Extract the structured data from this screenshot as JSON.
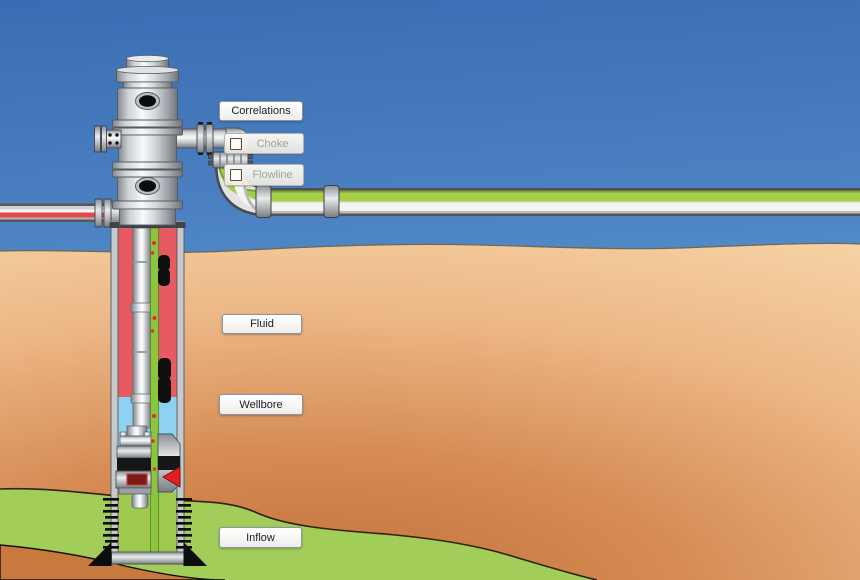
{
  "buttons": {
    "correlations": {
      "label": "Correlations",
      "enabled": true
    },
    "choke": {
      "label": "Choke",
      "enabled": false,
      "checked": false
    },
    "flowline": {
      "label": "Flowline",
      "enabled": false,
      "checked": false
    },
    "fluid": {
      "label": "Fluid",
      "enabled": true
    },
    "wellbore": {
      "label": "Wellbore",
      "enabled": true
    },
    "inflow": {
      "label": "Inflow",
      "enabled": true
    }
  },
  "colors": {
    "sky_top": "#3a6cb3",
    "sky_horizon": "#82c7ee",
    "ground_light": "#f6d4a6",
    "ground_dark": "#c06f38",
    "reservoir_green": "#a2cd58",
    "subsoil_brown": "#c8793e",
    "annulus_red": "#e85a61",
    "annulus_liquid_blue": "#8ed2f3",
    "tubing_fluid_green": "#8cc63f",
    "flowline_stripe_green": "#a6cf4a",
    "kill_line_stripe_red": "#e8474f",
    "pipe_metal_gray": "#c9ccce",
    "inflow_arrow_red": "#e2201f"
  }
}
